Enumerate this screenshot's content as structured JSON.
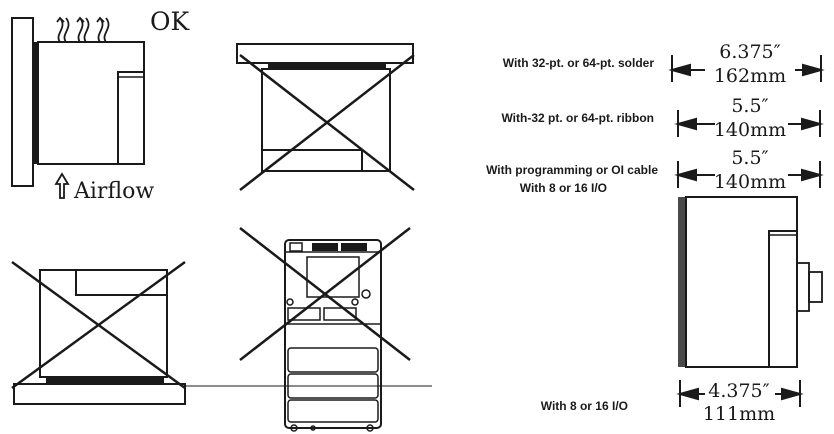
{
  "labels": {
    "ok": "OK",
    "airflow": "Airflow"
  },
  "dimensions": [
    {
      "label": "With 32-pt. or 64-pt. solder",
      "inch": "6.375″",
      "mm": "162mm"
    },
    {
      "label": "With-32 pt. or 64-pt. ribbon",
      "inch": "5.5″",
      "mm": "140mm"
    },
    {
      "label": "With programming or OI cable",
      "label2": "With 8 or 16  I/O",
      "inch": "5.5″",
      "mm": "140mm"
    },
    {
      "label": "With 8 or 16 I/O",
      "inch": "4.375″",
      "mm": "111mm"
    }
  ],
  "colors": {
    "line": "#1a1a1a",
    "side_panel": "#4a4a4a"
  }
}
